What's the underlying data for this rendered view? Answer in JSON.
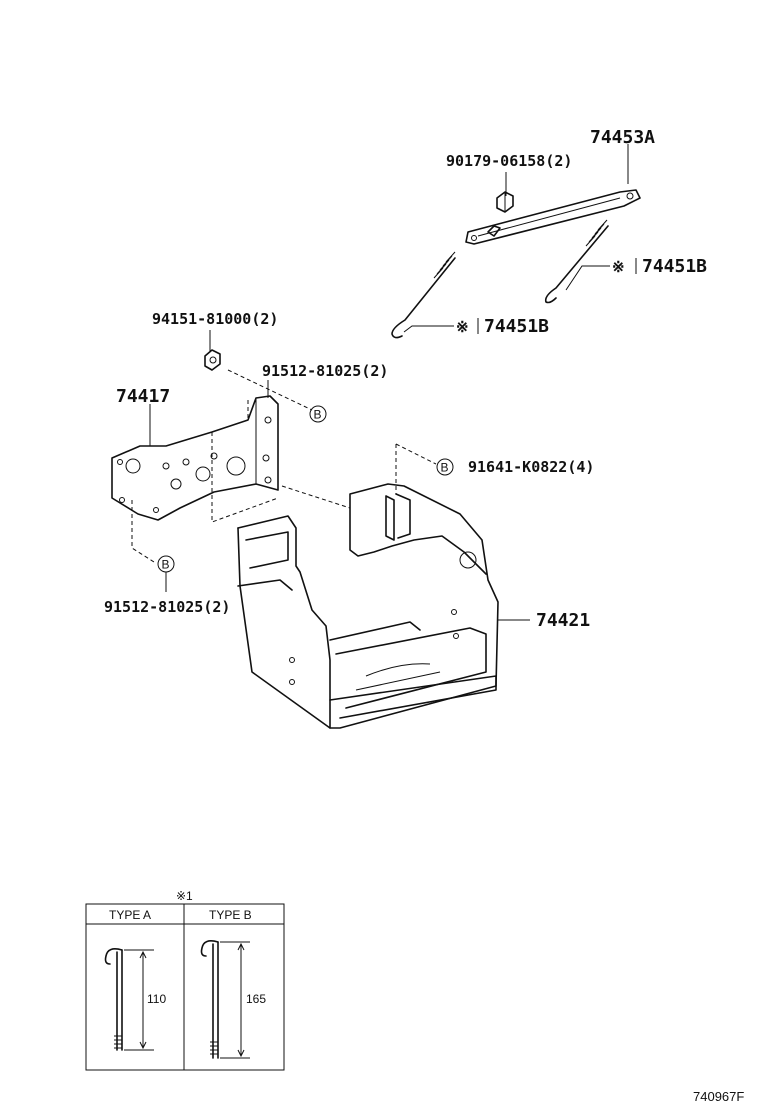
{
  "callouts": {
    "rod": "74453A",
    "rod_nut": "90179-06158(2)",
    "hook_right": "74451B",
    "hook_left": "74451B",
    "bracket_nut": "94151-81000(2)",
    "bracket": "74417",
    "bracket_bolt_top": "91512-81025(2)",
    "tray_bolt": "91641-K0822(4)",
    "bracket_bolt_bottom": "91512-81025(2)",
    "tray": "74421"
  },
  "reference_mark": "※",
  "reference_symbol": "※1",
  "bolt_marker": "B",
  "type_table": {
    "header": "※1",
    "columns": [
      {
        "name": "TYPE A",
        "length": "110"
      },
      {
        "name": "TYPE B",
        "length": "165"
      }
    ]
  },
  "figure_code": "740967F"
}
